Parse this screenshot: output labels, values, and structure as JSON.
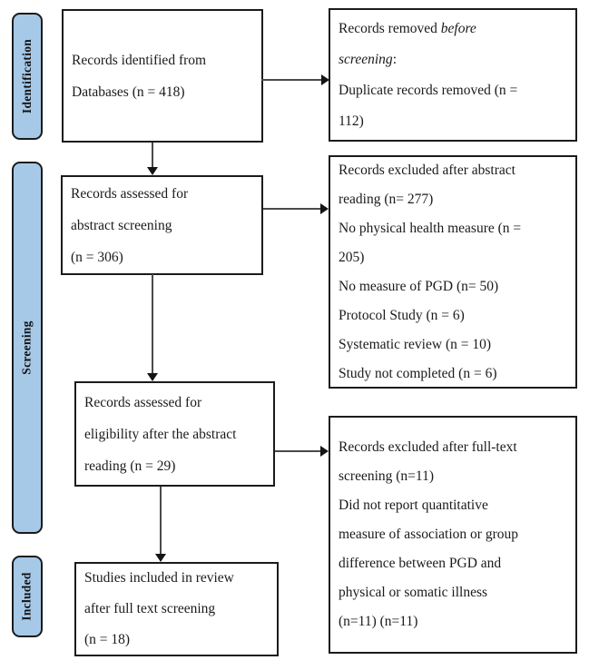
{
  "diagram": {
    "colors": {
      "stage_fill": "#a6c9e8",
      "border": "#1b1b1b",
      "arrow": "#4a4a4a"
    },
    "stage_labels": {
      "identification": "Identification",
      "screening": "Screening",
      "included": "Included"
    },
    "boxes": {
      "identified": {
        "lines": [
          "Records identified from",
          "Databases (n = 418)"
        ]
      },
      "removed_before_screening": {
        "l1_regular": "Records removed ",
        "l1_italic": "before",
        "l2_italic": "screening",
        "l2_regular": ":",
        "rest_lines": [
          "Duplicate records removed (n =",
          "112)"
        ]
      },
      "abstract_screening": {
        "lines": [
          "Records assessed for",
          "abstract screening",
          "(n = 306)"
        ]
      },
      "excluded_abstract": {
        "lines": [
          "Records excluded after abstract",
          "reading (n= 277)",
          "No physical health measure (n =",
          "205)",
          "No measure of PGD (n= 50)",
          "Protocol Study (n = 6)",
          "Systematic review (n = 10)",
          "Study not completed (n = 6)"
        ]
      },
      "eligibility": {
        "lines": [
          "Records assessed for",
          "eligibility after the abstract",
          "reading (n = 29)"
        ]
      },
      "excluded_fulltext": {
        "lines": [
          "Records excluded after full-text",
          "screening (n=11)",
          "Did not report quantitative",
          "measure of association or group",
          "difference between PGD and",
          "physical or somatic illness",
          "(n=11) (n=11)"
        ]
      },
      "included_review": {
        "lines": [
          "Studies included in review",
          "after full text screening",
          "(n = 18)"
        ]
      }
    }
  }
}
